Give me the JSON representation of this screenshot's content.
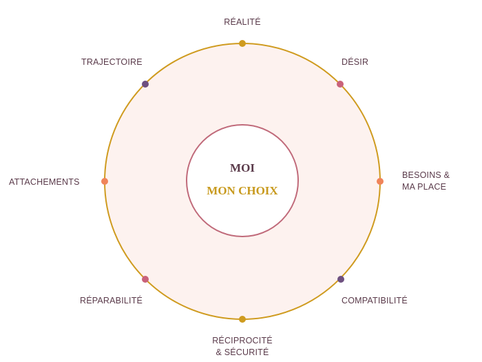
{
  "center": {
    "title": "MOI",
    "subtitle": "MON CHOIX",
    "title_color": "#5a3a4a",
    "subtitle_color": "#c89a1e"
  },
  "colors": {
    "outer_ring": "#cf9b1f",
    "outer_fill": "#fdf2ef",
    "inner_ring": "#c06a7a",
    "inner_fill": "#ffffff",
    "label_text": "#5a3a4a"
  },
  "nodes": [
    {
      "id": "realite",
      "lines": [
        "RÉALITÉ"
      ],
      "dot_color": "#cf9b1f"
    },
    {
      "id": "desir",
      "lines": [
        "DÉSIR"
      ],
      "dot_color": "#c9627a"
    },
    {
      "id": "besoins",
      "lines": [
        "BESOINS &",
        "MA PLACE"
      ],
      "dot_color": "#f0845a"
    },
    {
      "id": "compatibilite",
      "lines": [
        "COMPATIBILITÉ"
      ],
      "dot_color": "#6e5080"
    },
    {
      "id": "reciprocite",
      "lines": [
        "RÉCIPROCITÉ",
        "& SÉCURITÉ"
      ],
      "dot_color": "#cf9b1f"
    },
    {
      "id": "reparabilite",
      "lines": [
        "RÉPARABILITÉ"
      ],
      "dot_color": "#c9627a"
    },
    {
      "id": "attachements",
      "lines": [
        "ATTACHEMENTS"
      ],
      "dot_color": "#f0845a"
    },
    {
      "id": "trajectoire",
      "lines": [
        "TRAJECTOIRE"
      ],
      "dot_color": "#6e5080"
    }
  ]
}
